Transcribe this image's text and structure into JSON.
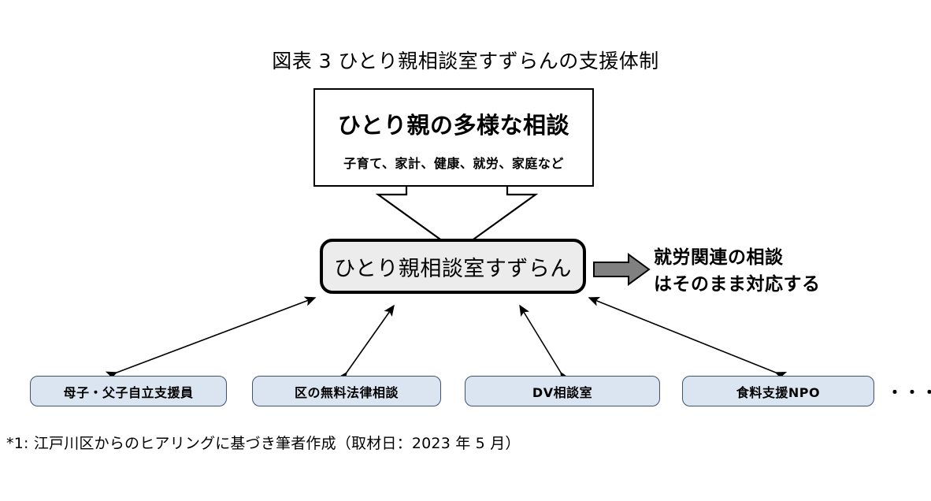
{
  "figure": {
    "title": "図表 3  ひとり親相談室すずらんの支援体制",
    "footnote": "*1:  江戸川区からのヒアリングに基づき筆者作成（取材日：2023 年 5 月）"
  },
  "top_box": {
    "title": "ひとり親の多様な相談",
    "subtitle": "子育て、家計、健康、就労、家庭など"
  },
  "center_box": {
    "label": "ひとり親相談室すずらん",
    "fill_color": "#ececec",
    "border_color": "#000000"
  },
  "right_note": {
    "line1": "就労関連の相談",
    "line2": "はそのまま対応する",
    "arrow_fill": "#808080"
  },
  "partners": {
    "items": [
      {
        "label": "母子・父子自立支援員"
      },
      {
        "label": "区の無料法律相談"
      },
      {
        "label": "DV相談室"
      },
      {
        "label": "食料支援NPO"
      }
    ],
    "more_indicator": "・・・",
    "fill_color": "#dbe5f1",
    "border_color": "#41546e"
  }
}
